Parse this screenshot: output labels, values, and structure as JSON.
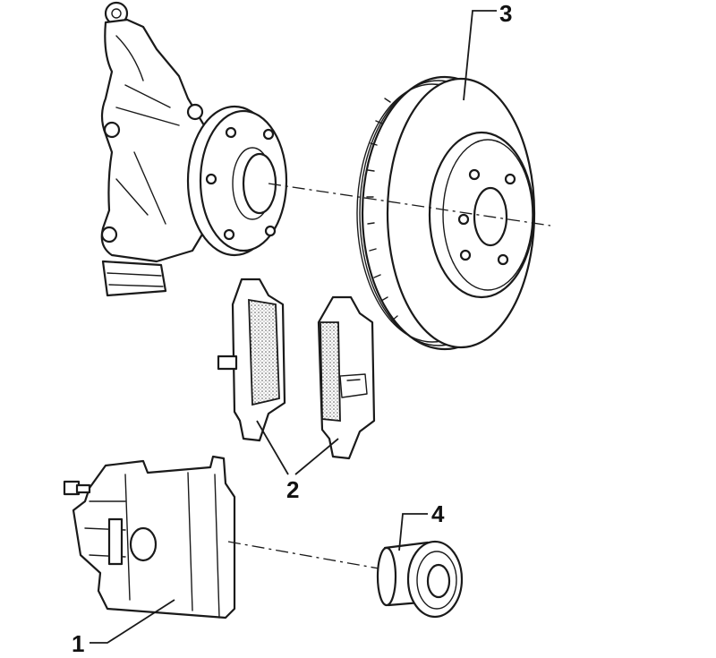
{
  "labels": {
    "caliper": "1",
    "pads": "2",
    "disc": "3",
    "guide": "4"
  },
  "colors": {
    "line": "#1a1a1a",
    "background": "#ffffff"
  }
}
